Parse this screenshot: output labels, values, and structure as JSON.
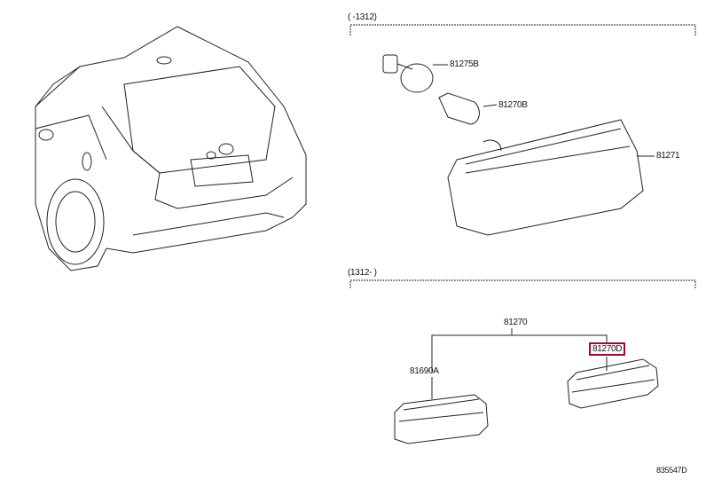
{
  "sections": [
    {
      "range": "(      -1312)"
    },
    {
      "range": "(1312-      )"
    }
  ],
  "parts": {
    "p81275B": "81275B",
    "p81270B": "81270B",
    "p81271": "81271",
    "p81270": "81270",
    "p81690A": "81690A",
    "p81270D": "81270D"
  },
  "highlight_color": "#b0003a",
  "footer_code": "835547D"
}
